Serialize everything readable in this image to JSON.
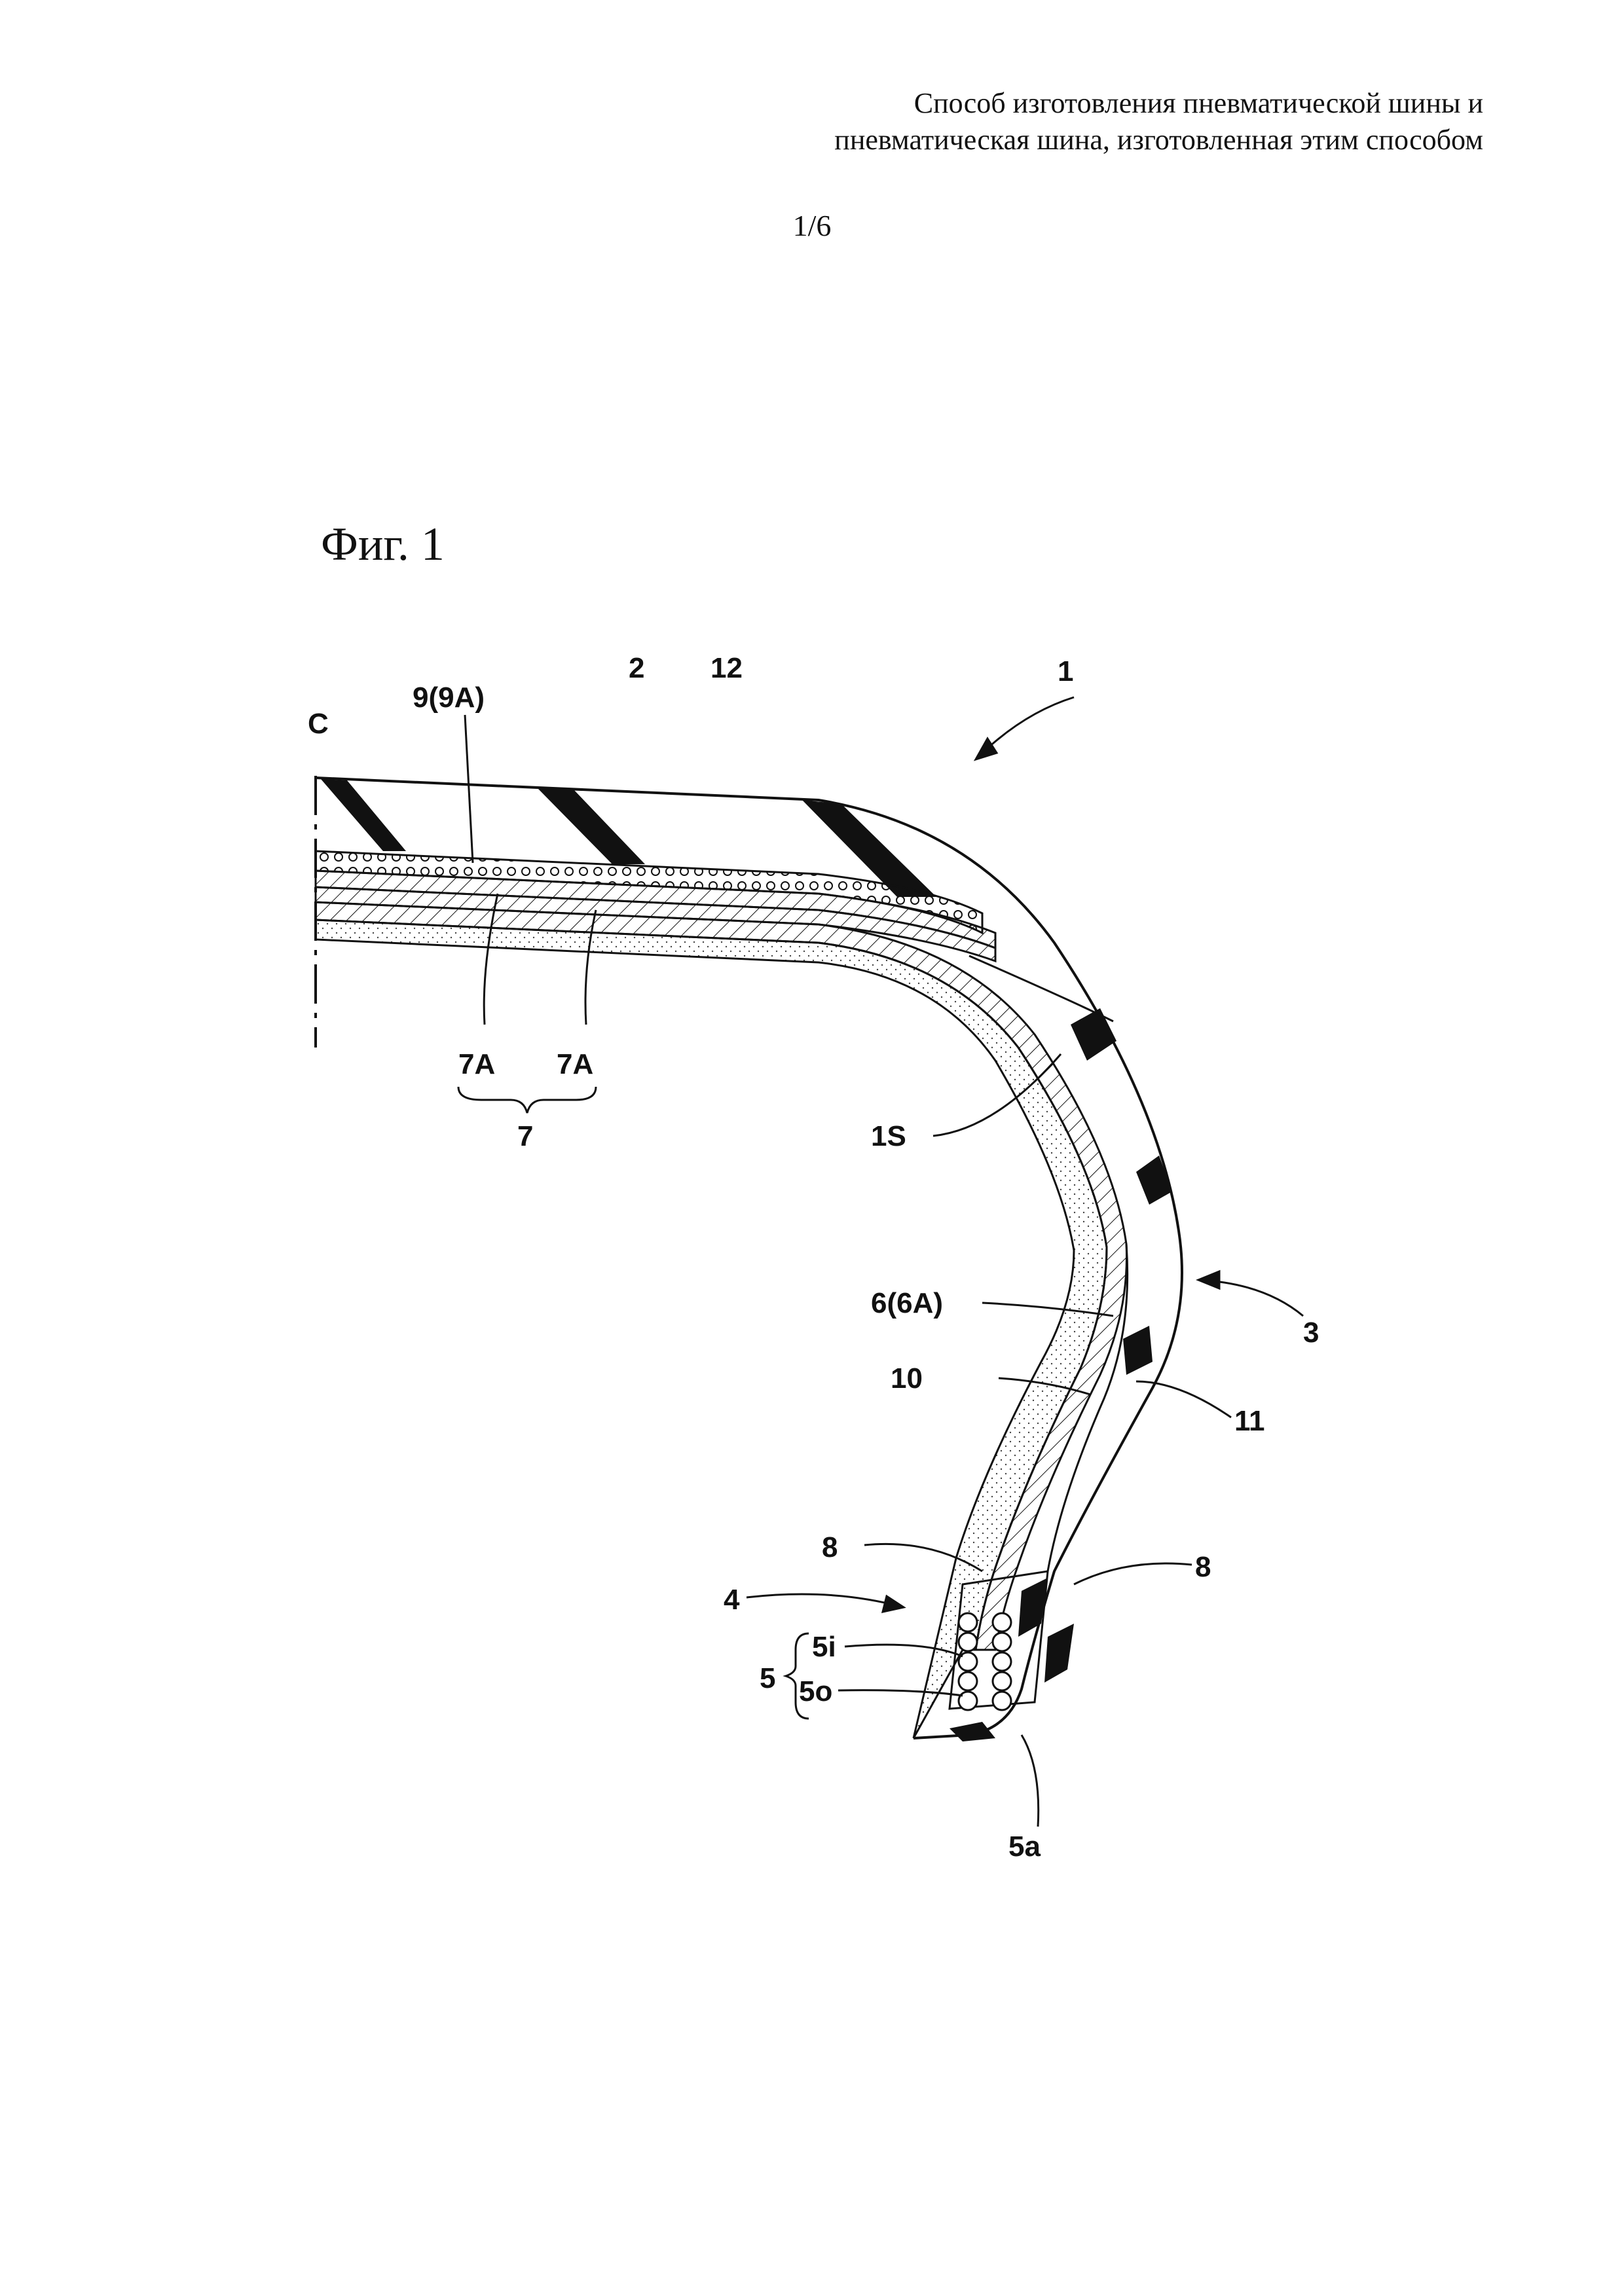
{
  "header": {
    "line1": "Способ изготовления пневматической шины и",
    "line2": "пневматическая шина, изготовленная этим способом"
  },
  "page_number": "1/6",
  "figure_title": "Фиг. 1",
  "labels": {
    "c": "C",
    "belt_9": "9(9A)",
    "tread_2": "2",
    "tread_12": "12",
    "tire_1": "1",
    "ply_7a_left": "7A",
    "ply_7a_right": "7A",
    "belt_7": "7",
    "surface_1s": "1S",
    "carcass_6": "6(6A)",
    "sidewall_3": "3",
    "inner_10": "10",
    "sidewall_11": "11",
    "apex_8_left": "8",
    "apex_8_right": "8",
    "bead_4": "4",
    "core_5i": "5i",
    "core_5": "5",
    "core_5o": "5o",
    "bead_5a": "5a"
  }
}
